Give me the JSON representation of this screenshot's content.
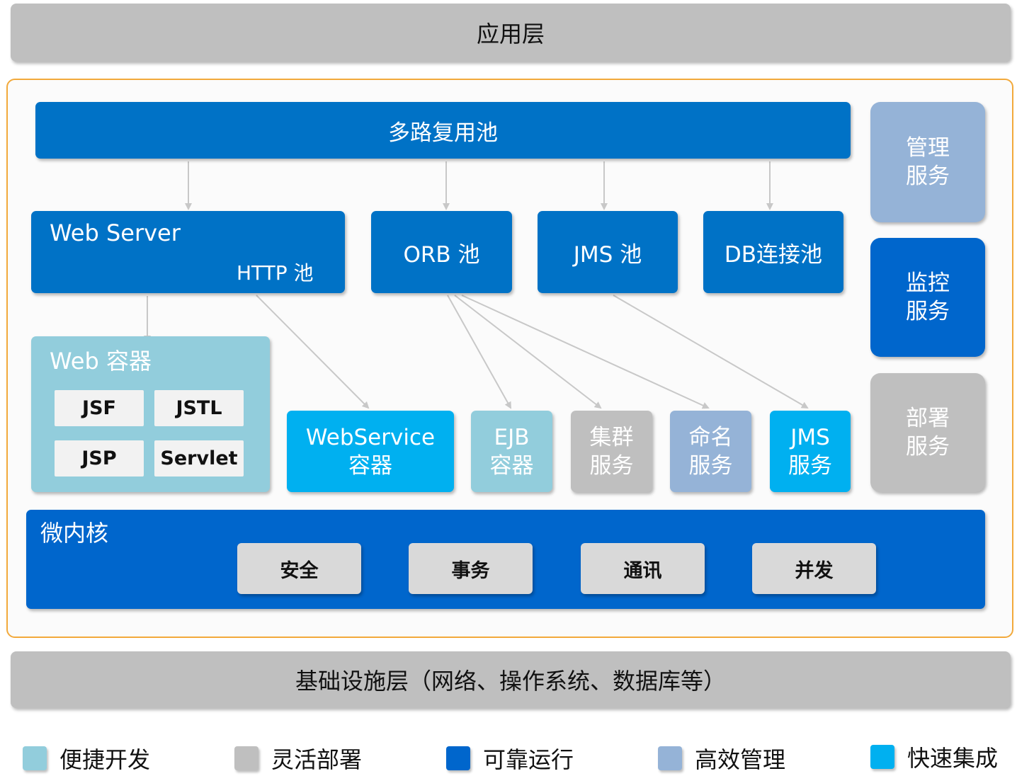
{
  "application_layer": "应用层",
  "infrastructure_layer": "基础设施层（网络、操作系统、数据库等）",
  "multiplex_pool": "多路复用池",
  "web_server": {
    "title": "Web Server",
    "pool": "HTTP 池"
  },
  "orb_pool": "ORB 池",
  "jms_pool": "JMS 池",
  "db_pool": "DB连接池",
  "web_container": {
    "title": "Web 容器",
    "items": [
      "JSF",
      "JSTL",
      "JSP",
      "Servlet"
    ]
  },
  "services": {
    "webservice": [
      "WebService",
      "容器"
    ],
    "ejb": [
      "EJB",
      "容器"
    ],
    "cluster": [
      "集群",
      "服务"
    ],
    "naming": [
      "命名",
      "服务"
    ],
    "jms": [
      "JMS",
      "服务"
    ]
  },
  "side": {
    "management": [
      "管理",
      "服务"
    ],
    "monitoring": [
      "监控",
      "服务"
    ],
    "deployment": [
      "部署",
      "服务"
    ]
  },
  "microkernel": {
    "title": "微内核",
    "items": [
      "安全",
      "事务",
      "通讯",
      "并发"
    ]
  },
  "legend": [
    {
      "label": "便捷开发",
      "color": "#92cddc"
    },
    {
      "label": "灵活部署",
      "color": "#bfbfbf"
    },
    {
      "label": "可靠运行",
      "color": "#0066cc"
    },
    {
      "label": "高效管理",
      "color": "#95b3d7"
    },
    {
      "label": "快速集成",
      "color": "#00b0f0"
    }
  ],
  "colors": {
    "pool_blue": "#0072c6",
    "kernel_blue": "#0066cc",
    "light_cyan": "#92cddc",
    "bright_cyan": "#00b0f0",
    "steel_blue": "#95b3d7",
    "gray": "#bfbfbf",
    "frame_orange": "#f2a93b"
  }
}
